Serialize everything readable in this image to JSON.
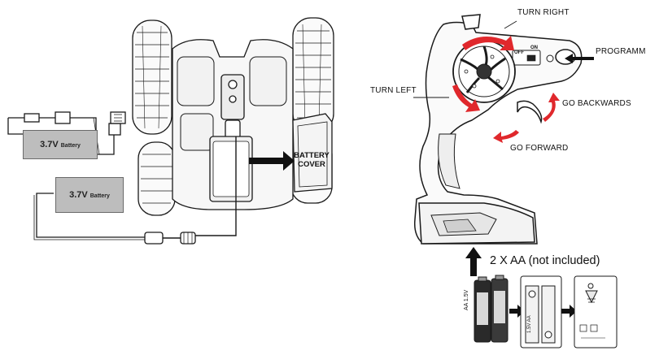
{
  "car_assembly": {
    "battery_top_voltage": "3.7V",
    "battery_top_word": "Battery",
    "battery_bottom_voltage": "3.7V",
    "battery_bottom_word": "Battery",
    "battery_cover_label_line1": "BATTERY",
    "battery_cover_label_line2": "COVER"
  },
  "controller": {
    "turn_right": "TURN RIGHT",
    "turn_left": "TURN LEFT",
    "programming": "PROGRAMMING",
    "go_backwards": "GO BACKWARDS",
    "go_forward": "GO FORWARD",
    "switch_off": "OFF",
    "switch_on": "ON"
  },
  "battery_install": {
    "aa_text": "2 X AA (not included)",
    "cell_text": "AA 1.5V",
    "slot_text": "1.5V AA"
  },
  "colors": {
    "arrow_red": "#e0282c",
    "line": "#1a1a1a",
    "battery_gray": "#bdbdbd",
    "body_gray": "#f3f3f3"
  }
}
